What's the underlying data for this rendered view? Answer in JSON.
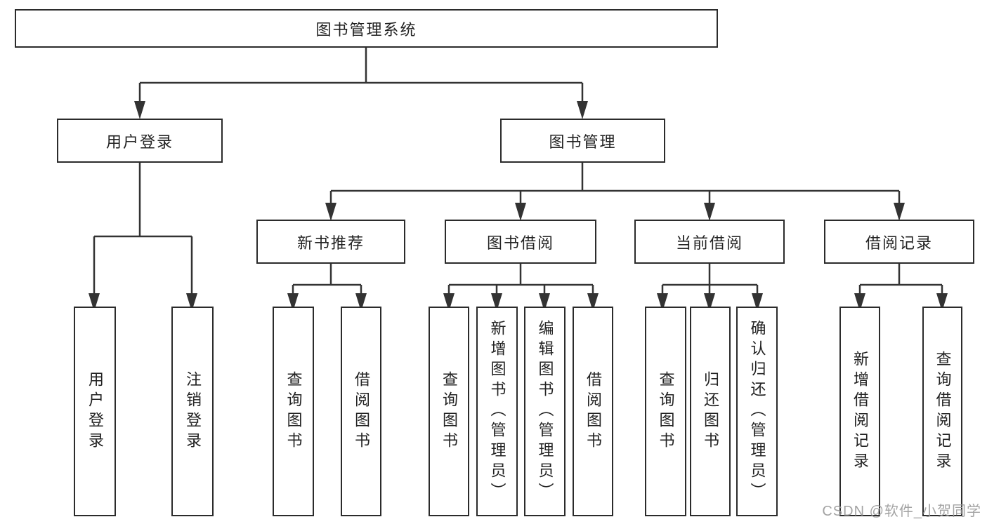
{
  "diagram": {
    "title_node": {
      "label": "图书管理系统"
    },
    "level2": [
      {
        "id": "user-login",
        "label": "用户登录"
      },
      {
        "id": "book-management",
        "label": "图书管理"
      }
    ],
    "level3": [
      {
        "id": "new-book-recommend",
        "parent": "图书管理",
        "label": "新书推荐"
      },
      {
        "id": "book-borrowing",
        "parent": "图书管理",
        "label": "图书借阅"
      },
      {
        "id": "current-borrowing",
        "parent": "图书管理",
        "label": "当前借阅"
      },
      {
        "id": "borrowing-records",
        "parent": "图书管理",
        "label": "借阅记录"
      }
    ],
    "leaves": [
      {
        "parent": "用户登录",
        "label": "用户登录"
      },
      {
        "parent": "用户登录",
        "label": "注销登录"
      },
      {
        "parent": "新书推荐",
        "label": "查询图书"
      },
      {
        "parent": "新书推荐",
        "label": "借阅图书"
      },
      {
        "parent": "图书借阅",
        "label": "查询图书"
      },
      {
        "parent": "图书借阅",
        "label": "新增图书（管理员）"
      },
      {
        "parent": "图书借阅",
        "label": "编辑图书（管理员）"
      },
      {
        "parent": "图书借阅",
        "label": "借阅图书"
      },
      {
        "parent": "当前借阅",
        "label": "查询图书"
      },
      {
        "parent": "当前借阅",
        "label": "归还图书"
      },
      {
        "parent": "当前借阅",
        "label": "确认归还（管理员）"
      },
      {
        "parent": "借阅记录",
        "label": "新增借阅记录"
      },
      {
        "parent": "借阅记录",
        "label": "查询借阅记录"
      }
    ]
  },
  "watermark": {
    "text": "CSDN @软件_小贺同学"
  },
  "colors": {
    "background": "#ffffff",
    "line": "#333333",
    "box_border": "#2b2b2b",
    "text": "#222222",
    "watermark": "#9a9a9a"
  }
}
